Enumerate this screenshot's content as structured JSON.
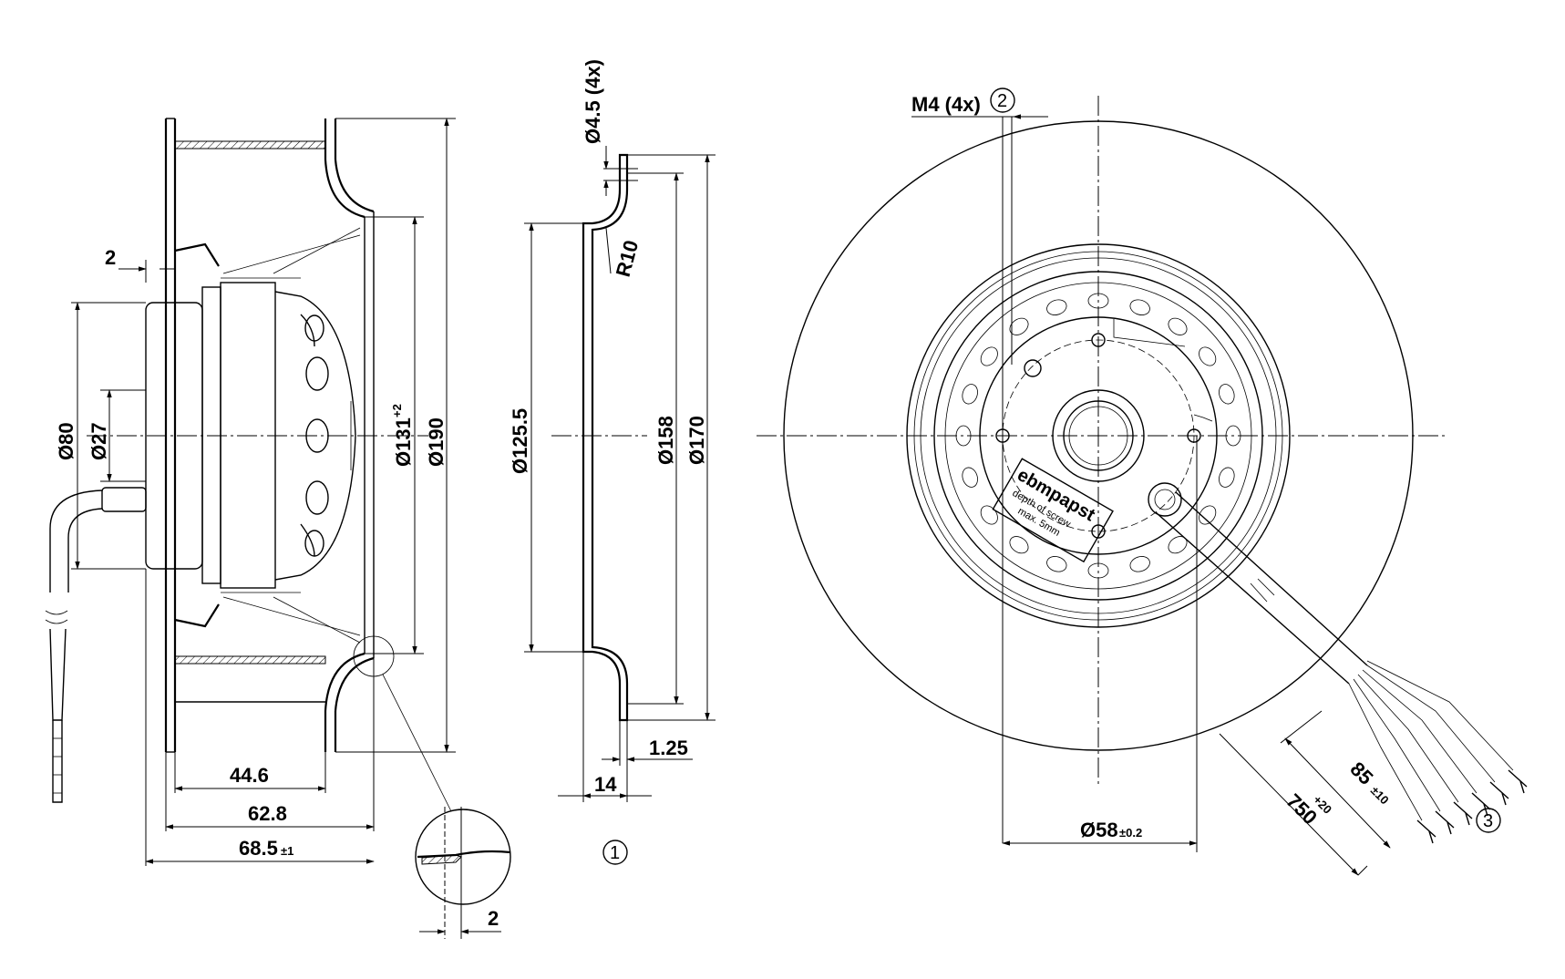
{
  "side_view": {
    "dim_wall": "2",
    "dia_80": "Ø80",
    "dia_27": "Ø27",
    "dia_131": "Ø131",
    "dia_131_tol": "+2",
    "dia_190": "Ø190",
    "len_44_6": "44.6",
    "len_62_8": "62.8",
    "len_68_5": "68.5",
    "len_68_5_tol": "±1",
    "detail_2": "2"
  },
  "nozzle_view": {
    "hole": "Ø4.5 (4x)",
    "radius": "R10",
    "dia_125_5": "Ø125.5",
    "dia_158": "Ø158",
    "dia_170": "Ø170",
    "t_1_25": "1.25",
    "t_14": "14",
    "callout": "1"
  },
  "front_view": {
    "thread": "M4 (4x)",
    "callout_2": "2",
    "dia_58": "Ø58",
    "dia_58_tol": "±0.2",
    "cable_750": "750",
    "cable_750_tol": "+20",
    "cable_85": "85",
    "cable_85_tol": "±10",
    "callout_3": "3",
    "brand": "ebmpapst",
    "note_1": "depth of screw",
    "note_2": "max. 5mm"
  }
}
